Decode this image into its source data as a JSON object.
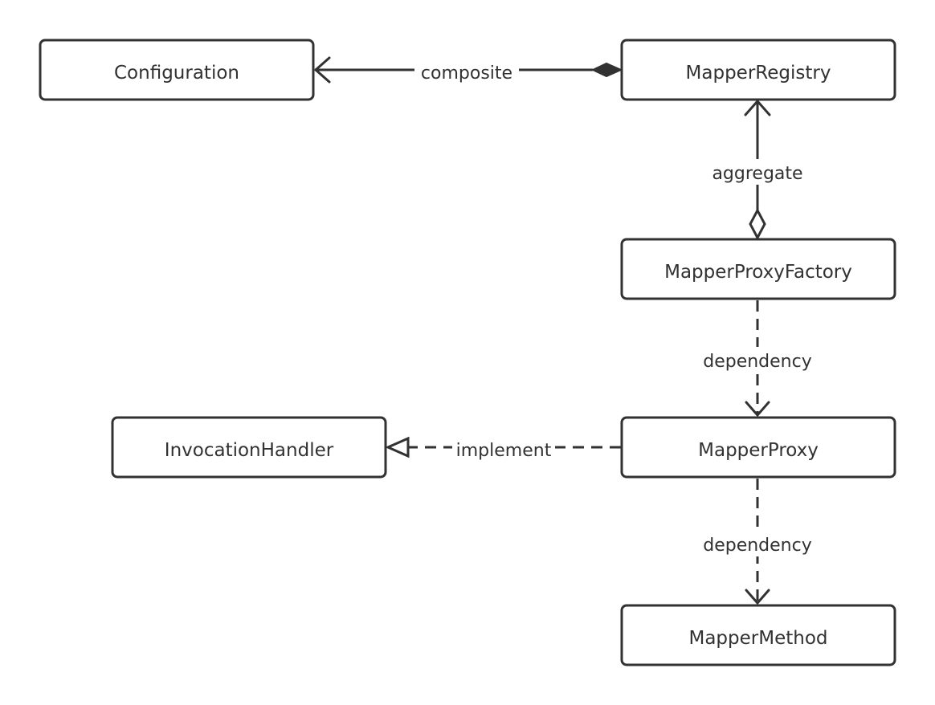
{
  "nodes": {
    "configuration": "Configuration",
    "mapper_registry": "MapperRegistry",
    "mapper_proxy_factory": "MapperProxyFactory",
    "mapper_proxy": "MapperProxy",
    "invocation_handler": "InvocationHandler",
    "mapper_method": "MapperMethod"
  },
  "edges": {
    "composite": "composite",
    "aggregate": "aggregate",
    "dependency_factory_proxy": "dependency",
    "implement": "implement",
    "dependency_proxy_method": "dependency"
  }
}
